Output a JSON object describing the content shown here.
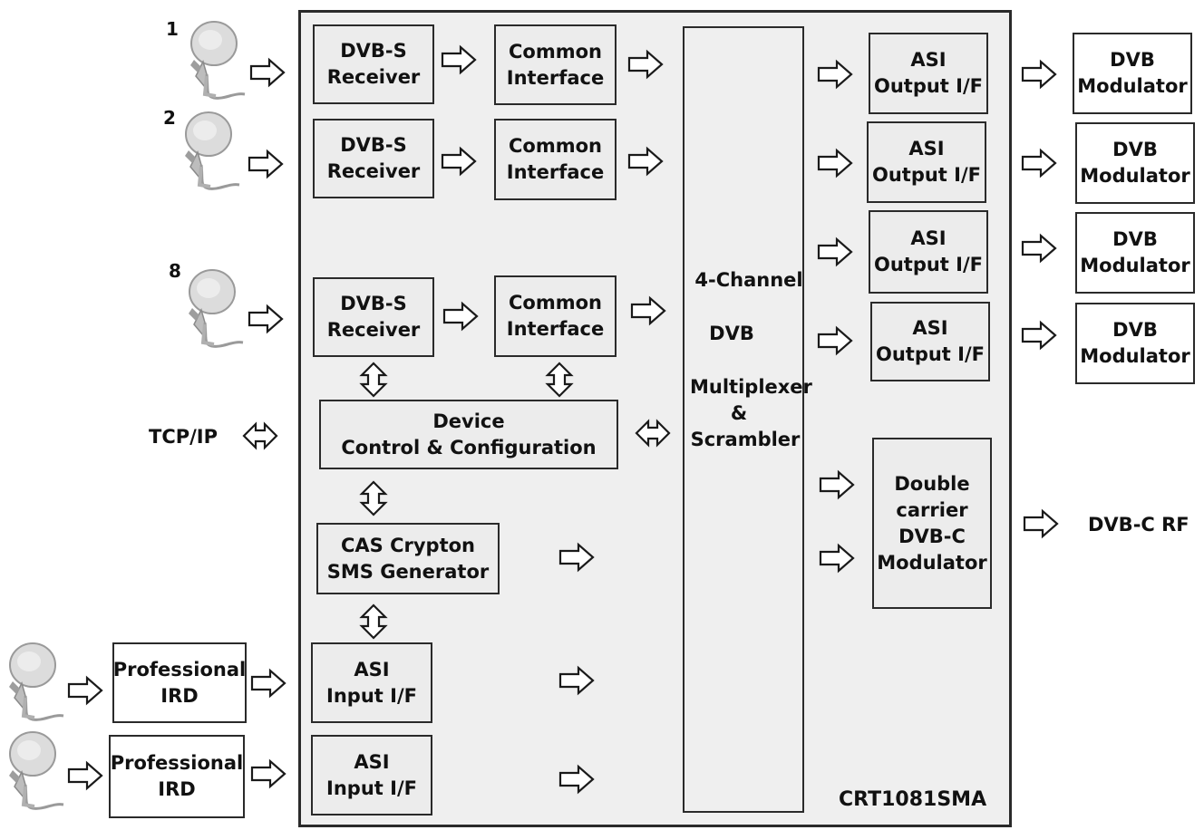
{
  "device_label": "CRT1081SMA",
  "dish_numbers": [
    "1",
    "2",
    "8"
  ],
  "dvbs_receiver": [
    "DVB-S",
    "Receiver"
  ],
  "common_interface": [
    "Common",
    "Interface"
  ],
  "asi_output": [
    "ASI",
    "Output I/F"
  ],
  "dvb_modulator": [
    "DVB",
    "Modulator"
  ],
  "multiplexer": [
    "4-Channel",
    "DVB",
    "Multiplexer",
    "&",
    "Scrambler"
  ],
  "device_control": [
    "Device",
    "Control & Configuration"
  ],
  "tcp_ip": "TCP/IP",
  "cas": [
    "CAS Crypton",
    "SMS Generator"
  ],
  "asi_input": [
    "ASI",
    "Input I/F"
  ],
  "professional_ird": [
    "Professional",
    "IRD"
  ],
  "double_carrier": [
    "Double",
    "carrier",
    "DVB-C",
    "Modulator"
  ],
  "dvbc_rf": "DVB-C RF"
}
